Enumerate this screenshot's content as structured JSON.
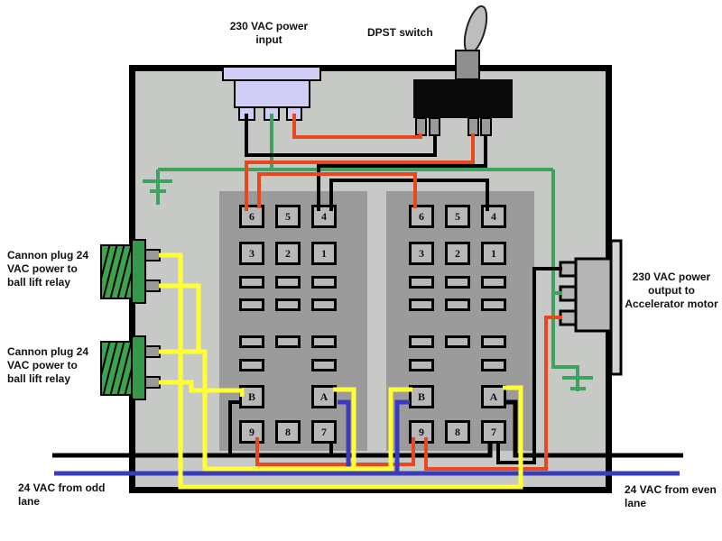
{
  "labels": {
    "power_input": "230 VAC power\ninput",
    "dpst_switch": "DPST switch",
    "cannon_plug_top": "Cannon plug 24\nVAC power to\nball lift relay",
    "cannon_plug_bottom": "Cannon plug 24\nVAC power to\nball lift relay",
    "power_output": "230 VAC power\noutput to\nAccelerator motor",
    "odd_lane": "24 VAC from odd\nlane",
    "even_lane": "24 VAC from even\nlane"
  },
  "terminal_labels": {
    "row1": [
      "6",
      "5",
      "4"
    ],
    "row2": [
      "3",
      "2",
      "1"
    ],
    "row_ba": [
      "B",
      "A"
    ],
    "row_bottom": [
      "9",
      "8",
      "7"
    ]
  },
  "wire_colors": {
    "line_hot": "#e8481c",
    "line_neutral": "#000000",
    "line_ground": "#3fa25f",
    "line_24vac_yellow": "#ffff33",
    "line_24vac_blue": "#3c3cba"
  },
  "component_colors": {
    "enclosure_fill": "#c6c9c6",
    "relay_block_fill": "#9b9b9b",
    "terminal_fill": "#b8b8b8",
    "power_connector_fill": "#cfcdf6",
    "switch_body_fill": "#0a0a0a",
    "switch_lever_fill": "#bdbdbd",
    "cannon_plug_fill": "#3fa34d",
    "output_connector_fill": "#b5b5b5"
  }
}
